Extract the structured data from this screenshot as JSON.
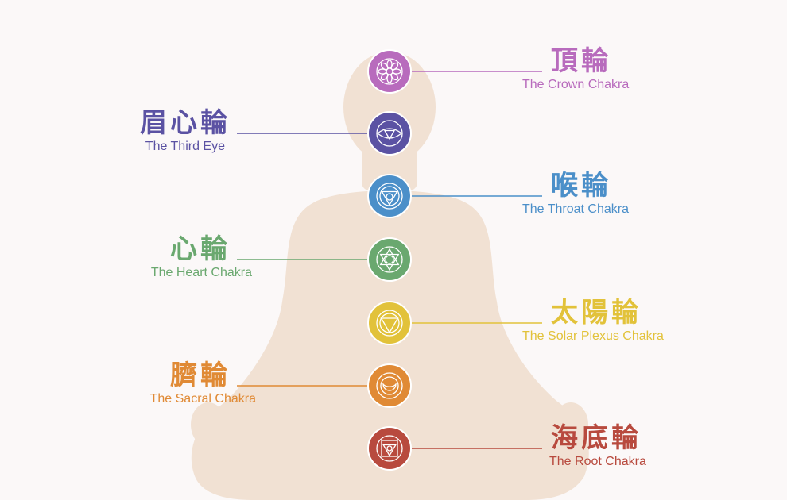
{
  "chakras": [
    {
      "id": "crown",
      "zh": "頂輪",
      "en": "The Crown Chakra",
      "color": "#b86bbd",
      "side": "right",
      "icon": "lotus-icon"
    },
    {
      "id": "third-eye",
      "zh": "眉心輪",
      "en": "The Third Eye",
      "color": "#5b52a3",
      "side": "left",
      "icon": "eye-icon"
    },
    {
      "id": "throat",
      "zh": "喉輪",
      "en": "The Throat Chakra",
      "color": "#4b8fc9",
      "side": "right",
      "icon": "triangle-circle-icon"
    },
    {
      "id": "heart",
      "zh": "心輪",
      "en": "The Heart Chakra",
      "color": "#6aa86f",
      "side": "left",
      "icon": "hexagram-icon"
    },
    {
      "id": "solar-plexus",
      "zh": "太陽輪",
      "en": "The Solar Plexus Chakra",
      "color": "#e2c23a",
      "side": "right",
      "icon": "downward-triangle-icon"
    },
    {
      "id": "sacral",
      "zh": "臍輪",
      "en": "The Sacral Chakra",
      "color": "#e08a35",
      "side": "left",
      "icon": "crescent-lotus-icon"
    },
    {
      "id": "root",
      "zh": "海底輪",
      "en": "The Root Chakra",
      "color": "#b84a3e",
      "side": "right",
      "icon": "square-triangle-icon"
    }
  ],
  "silhouette_color": "#f1e1d3",
  "background_color": "#fbf8f8"
}
